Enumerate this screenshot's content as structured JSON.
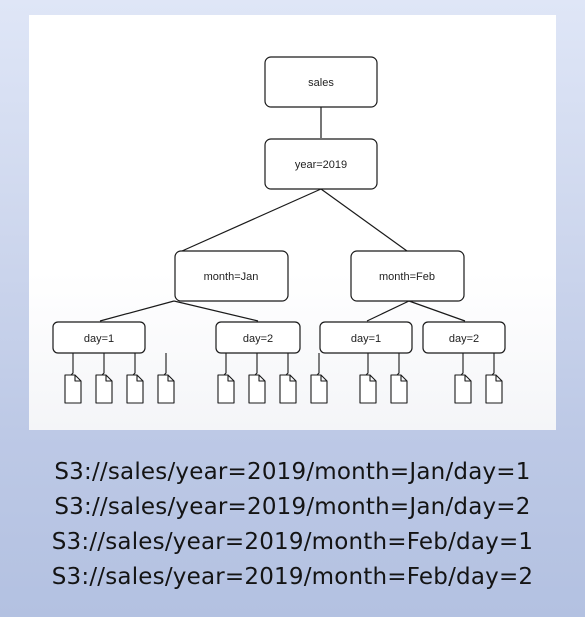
{
  "diagram": {
    "nodes": {
      "sales": "sales",
      "year": "year=2019",
      "month_jan": "month=Jan",
      "month_feb": "month=Feb",
      "jan_day1": "day=1",
      "jan_day2": "day=2",
      "feb_day1": "day=1",
      "feb_day2": "day=2"
    },
    "file_counts": {
      "jan_day1": 4,
      "jan_day2": 4,
      "feb_day1": 2,
      "feb_day2": 2
    },
    "icon": "file-icon"
  },
  "paths": [
    "S3://sales/year=2019/month=Jan/day=1",
    "S3://sales/year=2019/month=Jan/day=2",
    "S3://sales/year=2019/month=Feb/day=1",
    "S3://sales/year=2019/month=Feb/day=2"
  ]
}
